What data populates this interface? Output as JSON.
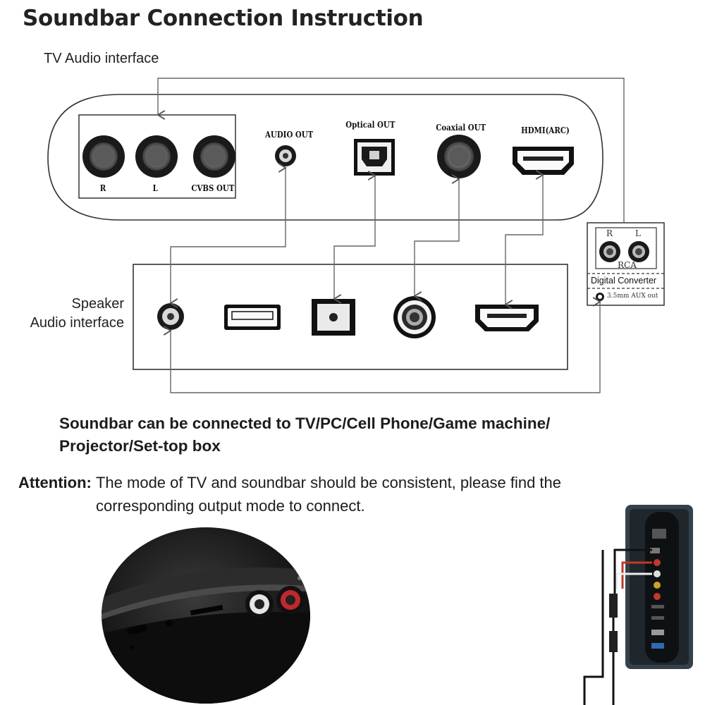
{
  "title": "Soundbar Connection Instruction",
  "tv_panel": {
    "label": "TV Audio interface",
    "ports": {
      "r": "R",
      "l": "L",
      "cvbs": "CVBS OUT",
      "audio_out": "AUDIO OUT",
      "optical_out": "Optical OUT",
      "coaxial_out": "Coaxial OUT",
      "hdmi_arc": "HDMI(ARC)"
    }
  },
  "speaker_panel": {
    "label_line1": "Speaker",
    "label_line2": "Audio interface"
  },
  "converter": {
    "r": "R",
    "l": "L",
    "rca": "RCA",
    "name": "Digital Converter",
    "aux": "3.5mm AUX out"
  },
  "subtitle_line1": "Soundbar can be connected to TV/PC/Cell Phone/Game machine/",
  "subtitle_line2": "Projector/Set-top box",
  "attention": {
    "heading": "Attention:",
    "text": "The mode of TV and soundbar should be consistent, please find the corresponding output mode to connect."
  }
}
